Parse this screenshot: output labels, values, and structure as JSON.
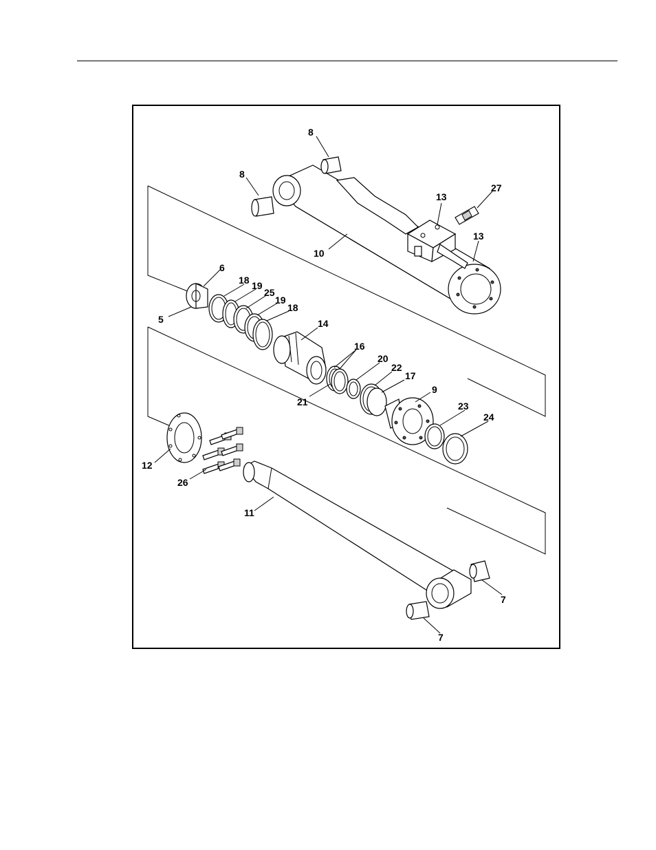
{
  "callouts": {
    "c5": "5",
    "c6": "6",
    "c7a": "7",
    "c7b": "7",
    "c8a": "8",
    "c8b": "8",
    "c9": "9",
    "c10": "10",
    "c11": "11",
    "c12": "12",
    "c13a": "13",
    "c13b": "13",
    "c14": "14",
    "c16": "16",
    "c17": "17",
    "c18a": "18",
    "c18b": "18",
    "c19a": "19",
    "c19b": "19",
    "c20": "20",
    "c21": "21",
    "c22": "22",
    "c23": "23",
    "c24": "24",
    "c25": "25",
    "c26": "26",
    "c27": "27"
  }
}
